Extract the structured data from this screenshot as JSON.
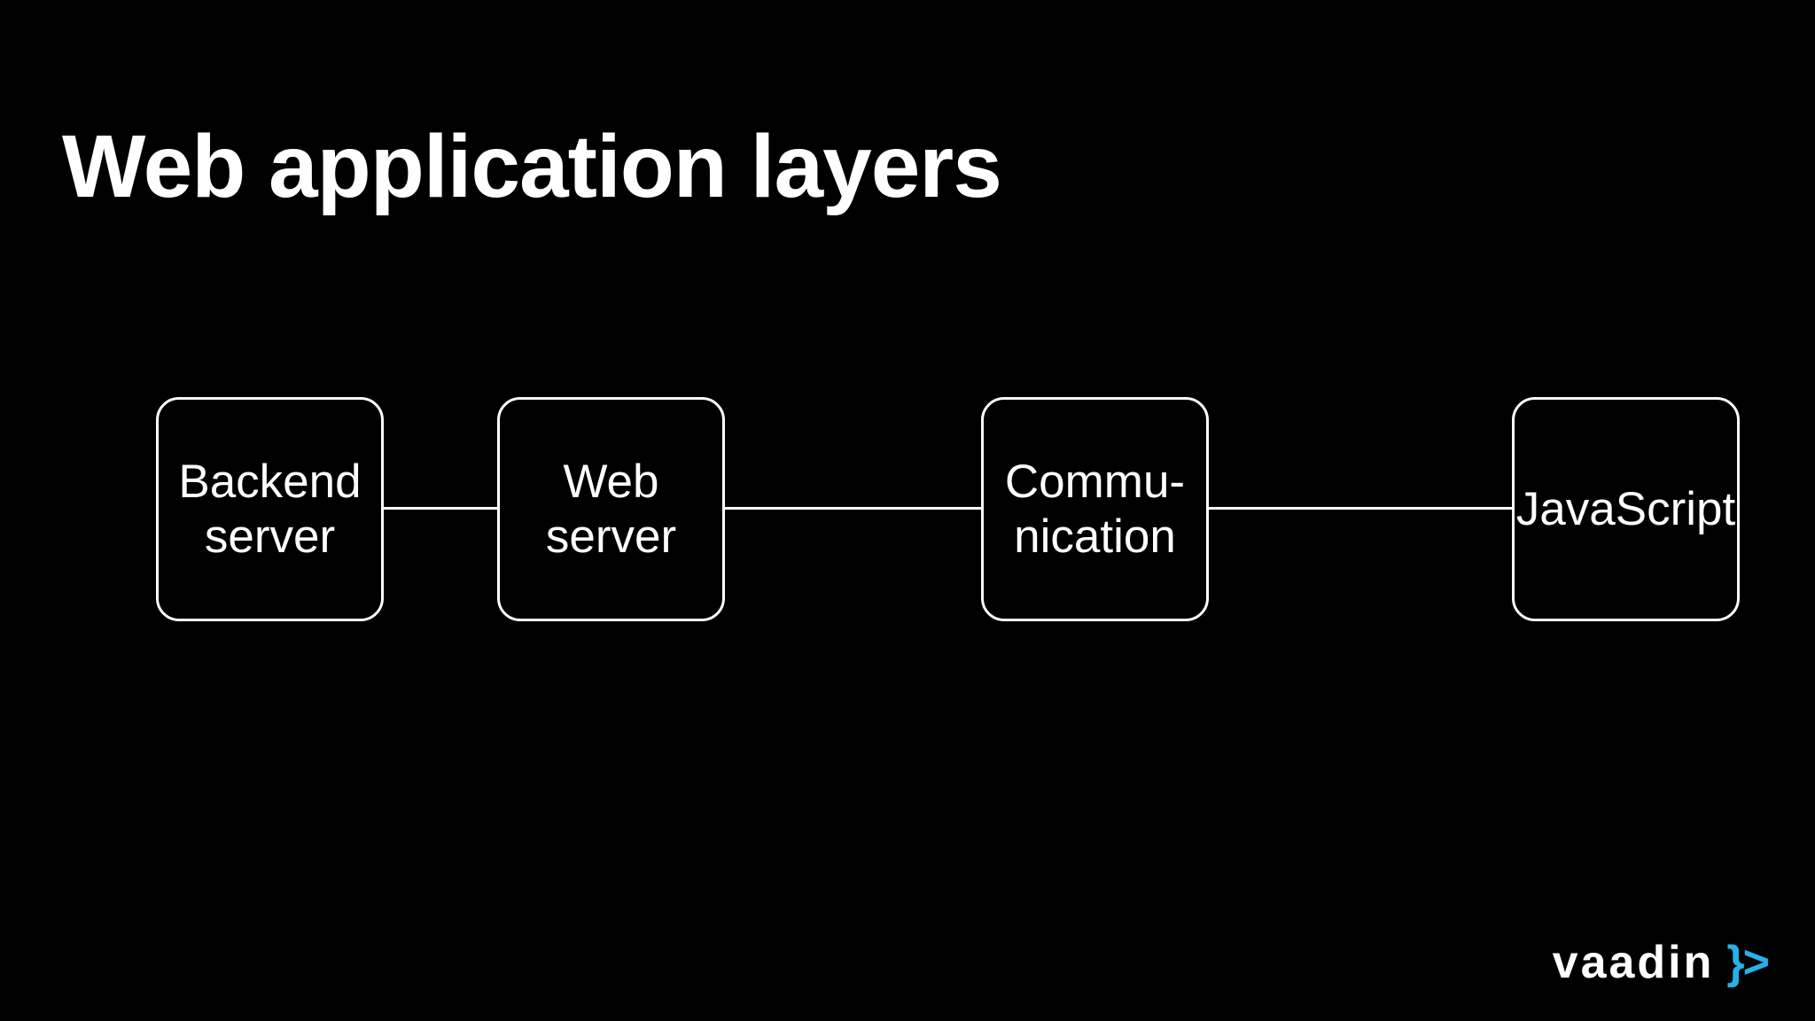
{
  "slide": {
    "title": "Web application layers"
  },
  "diagram": {
    "nodes": [
      {
        "id": "backend-server",
        "label": "Backend\nserver"
      },
      {
        "id": "web-server",
        "label": "Web\nserver"
      },
      {
        "id": "communication",
        "label": "Commu-\nnication"
      },
      {
        "id": "javascript",
        "label": "JavaScript"
      }
    ],
    "connections": [
      {
        "from": "backend-server",
        "to": "web-server"
      },
      {
        "from": "web-server",
        "to": "communication"
      },
      {
        "from": "communication",
        "to": "javascript"
      }
    ]
  },
  "branding": {
    "logo_text": "vaadin",
    "logo_symbol": "}>",
    "logo_symbol_color": "#25B2E8"
  },
  "colors": {
    "background": "#000000",
    "foreground": "#FFFFFF"
  }
}
